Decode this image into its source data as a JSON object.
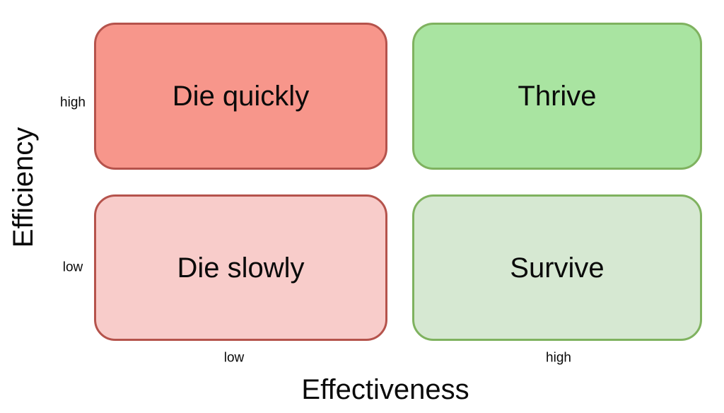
{
  "axes": {
    "x": {
      "label": "Effectiveness",
      "ticks": [
        "low",
        "high"
      ]
    },
    "y": {
      "label": "Efficiency",
      "ticks": [
        "high",
        "low"
      ]
    }
  },
  "quadrants": [
    {
      "position": "top-left",
      "label": "Die quickly",
      "x": "low",
      "y": "high",
      "fill": "#F7968B",
      "stroke": "#B5534C"
    },
    {
      "position": "top-right",
      "label": "Thrive",
      "x": "high",
      "y": "high",
      "fill": "#A9E4A1",
      "stroke": "#7FB25F"
    },
    {
      "position": "bottom-left",
      "label": "Die slowly",
      "x": "low",
      "y": "low",
      "fill": "#F8CCCA",
      "stroke": "#B5534C"
    },
    {
      "position": "bottom-right",
      "label": "Survive",
      "x": "high",
      "y": "low",
      "fill": "#D6E8D2",
      "stroke": "#7FB25F"
    }
  ],
  "text_color": "#0a0a0a",
  "background_color": "#ffffff"
}
